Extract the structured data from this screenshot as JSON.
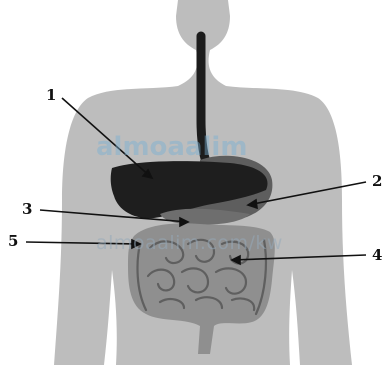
{
  "labels": {
    "l1": "1",
    "l2": "2",
    "l3": "3",
    "l4": "4",
    "l5": "5"
  },
  "watermark": {
    "text": "almoaalim.com/kw",
    "logo": "almoaalim"
  },
  "colors": {
    "background": "#ffffff",
    "body_silhouette": "#bdbdbd",
    "esophagus": "#1c1c1c",
    "liver": "#1e1e1e",
    "stomach": "#5e5e5e",
    "intestines": "#8f8f8f",
    "leader_lines": "#111111"
  }
}
